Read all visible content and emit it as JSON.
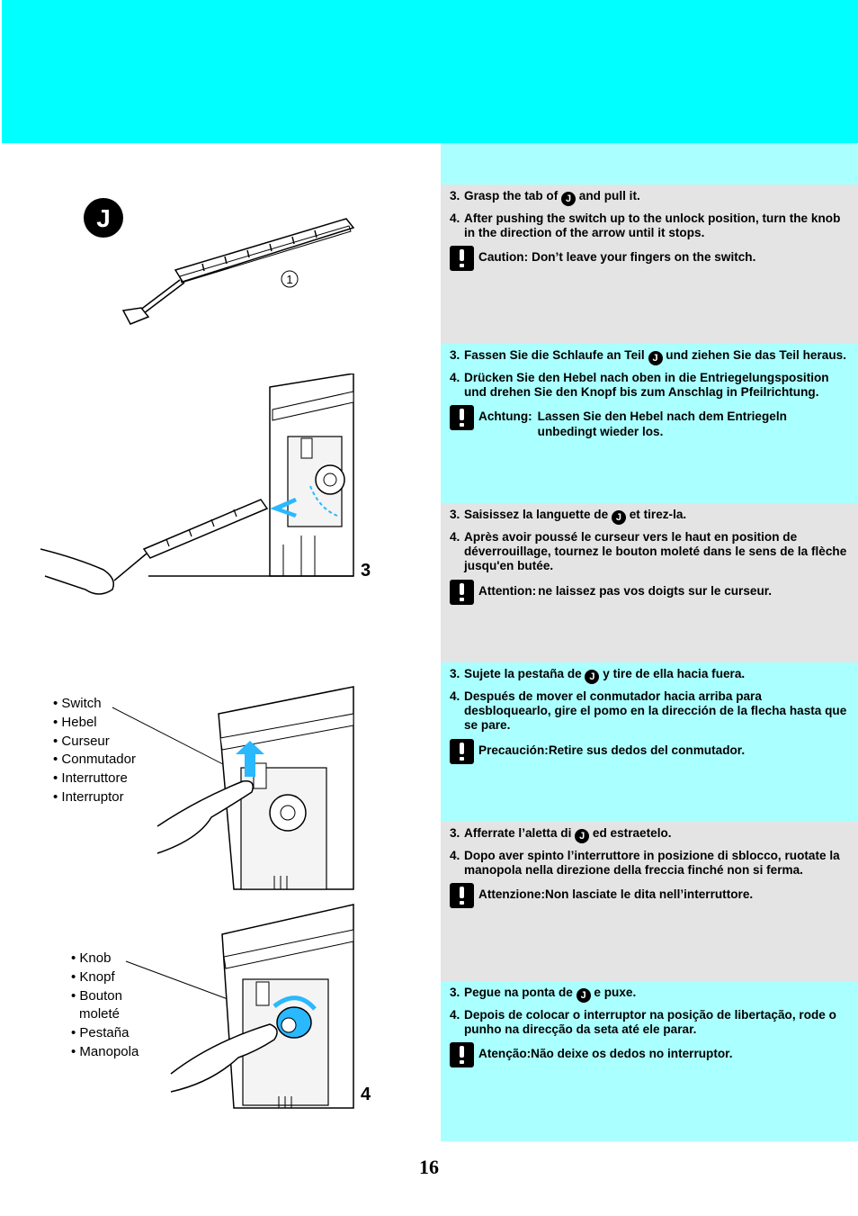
{
  "page_number": "16",
  "part_letter": "J",
  "callout_number": "1",
  "figure_step_numbers": [
    "3",
    "4"
  ],
  "switch_labels": [
    "Switch",
    "Hebel",
    "Curseur",
    "Conmutador",
    "Interruttore",
    "Interruptor"
  ],
  "knob_labels": [
    "Knob",
    "Knopf",
    "Bouton moleté",
    "Pestaña",
    "Manopola"
  ],
  "languages": [
    {
      "step3": {
        "num": "3.",
        "before": "Grasp the tab of",
        "after": "and pull it."
      },
      "step4": {
        "num": "4.",
        "text": "After pushing the switch up to the unlock position, turn the knob in the direction of the arrow until it stops."
      },
      "caution": {
        "label": "Caution:",
        "text": "Don’t leave your fingers on the switch."
      }
    },
    {
      "step3": {
        "num": "3.",
        "before": "Fassen Sie die Schlaufe an Teil",
        "after": "und ziehen Sie das Teil heraus."
      },
      "step4": {
        "num": "4.",
        "text": "Drücken Sie den Hebel nach oben in die Entriegelungsposition und drehen Sie den Knopf bis zum Anschlag in Pfeilrichtung."
      },
      "caution": {
        "label": "Achtung:",
        "text": "Lassen Sie den Hebel nach dem Entriegeln unbedingt wieder los."
      }
    },
    {
      "step3": {
        "num": "3.",
        "before": "Saisissez la languette de",
        "after": "et tirez-la."
      },
      "step4": {
        "num": "4.",
        "text": "Après avoir poussé le curseur vers le haut en position de déverrouillage, tournez le bouton moleté dans le sens de la flèche jusqu'en butée."
      },
      "caution": {
        "label": "Attention:",
        "text": "ne laissez pas vos doigts sur le curseur."
      }
    },
    {
      "step3": {
        "num": "3.",
        "before": "Sujete la pestaña de",
        "after": "y tire de ella hacia fuera."
      },
      "step4": {
        "num": "4.",
        "text": "Después de mover el conmutador hacia arriba para desbloquearlo, gire el pomo en la dirección de la flecha hasta que se pare."
      },
      "caution": {
        "label": "Precaución:",
        "text": "Retire sus dedos del conmutador."
      }
    },
    {
      "step3": {
        "num": "3.",
        "before": "Afferrate l’aletta di",
        "after": "ed estraetelo."
      },
      "step4": {
        "num": "4.",
        "text": "Dopo aver spinto l’interruttore in posizione di sblocco, ruotate la manopola nella direzione della freccia finché non si ferma."
      },
      "caution": {
        "label": "Attenzione:",
        "text": "Non lasciate le dita nell’interruttore."
      }
    },
    {
      "step3": {
        "num": "3.",
        "before": "Pegue na ponta de",
        "after": "e puxe."
      },
      "step4": {
        "num": "4.",
        "text": "Depois de colocar o interruptor na posição de libertação, rode o punho na direcção da seta até ele parar."
      },
      "caution": {
        "label": "Atenção:",
        "text": "Não deixe os dedos no interruptor."
      }
    }
  ]
}
